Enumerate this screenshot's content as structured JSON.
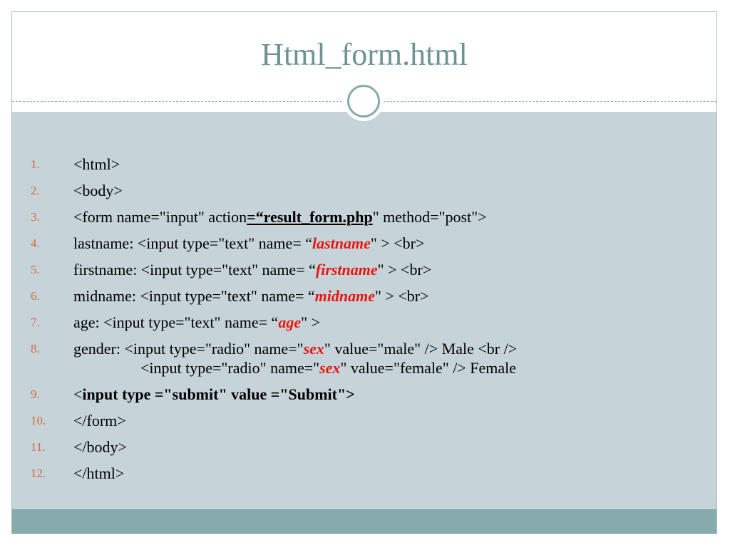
{
  "slide": {
    "title": "Html_form.html"
  },
  "colors": {
    "title": "#6e9394",
    "content_background": "#c6d3d9",
    "footer_band": "#87aaad",
    "list_number": "#d76a3a",
    "highlight_red": "#e8160f"
  },
  "code_lines": [
    {
      "num": "1.",
      "lines": [
        [
          {
            "t": "<html>",
            "s": ""
          }
        ]
      ]
    },
    {
      "num": "2.",
      "lines": [
        [
          {
            "t": "<body>",
            "s": ""
          }
        ]
      ]
    },
    {
      "num": "3.",
      "lines": [
        [
          {
            "t": "<form name=\"input\" action",
            "s": ""
          },
          {
            "t": "=“result_form.php",
            "s": "ul-bold"
          },
          {
            "t": "\" method=\"post\">",
            "s": ""
          }
        ]
      ]
    },
    {
      "num": "4.",
      "lines": [
        [
          {
            "t": "lastname: <input type=\"text\" name= “",
            "s": ""
          },
          {
            "t": "lastname",
            "s": "red-bi"
          },
          {
            "t": "\" >  <br>",
            "s": ""
          }
        ]
      ]
    },
    {
      "num": "5.",
      "lines": [
        [
          {
            "t": "firstname: <input type=\"text\" name= “",
            "s": ""
          },
          {
            "t": "firstname",
            "s": "red-bi"
          },
          {
            "t": "\" > <br>",
            "s": ""
          }
        ]
      ]
    },
    {
      "num": "6.",
      "lines": [
        [
          {
            "t": "midname: <input type=\"text\" name= “",
            "s": ""
          },
          {
            "t": "midname",
            "s": "red-bi"
          },
          {
            "t": "\" >  <br>",
            "s": ""
          }
        ]
      ]
    },
    {
      "num": "7.",
      "lines": [
        [
          {
            "t": "age: <input type=\"text\" name= “",
            "s": ""
          },
          {
            "t": "age",
            "s": "red-bi"
          },
          {
            "t": "\" >",
            "s": ""
          }
        ]
      ]
    },
    {
      "num": "8.",
      "lines": [
        [
          {
            "t": "gender: <input type=\"radio\" name=\"",
            "s": ""
          },
          {
            "t": "sex",
            "s": "red-bi"
          },
          {
            "t": "\" value=\"male\" /> Male <br />",
            "s": ""
          }
        ],
        [
          {
            "t": "<input type=\"radio\" name=\"",
            "s": ""
          },
          {
            "t": "sex",
            "s": "red-bi"
          },
          {
            "t": "\" value=\"female\" /> Female",
            "s": ""
          }
        ]
      ]
    },
    {
      "num": "9.",
      "lines": [
        [
          {
            "t": "<",
            "s": ""
          },
          {
            "t": "input type =\"submit\" value =\"Submit\">",
            "s": "bold"
          }
        ]
      ]
    },
    {
      "num": "10.",
      "lines": [
        [
          {
            "t": "</form>",
            "s": ""
          }
        ]
      ]
    },
    {
      "num": "11.",
      "lines": [
        [
          {
            "t": "</body>",
            "s": ""
          }
        ]
      ]
    },
    {
      "num": "12.",
      "lines": [
        [
          {
            "t": "</html>",
            "s": ""
          }
        ]
      ]
    }
  ]
}
